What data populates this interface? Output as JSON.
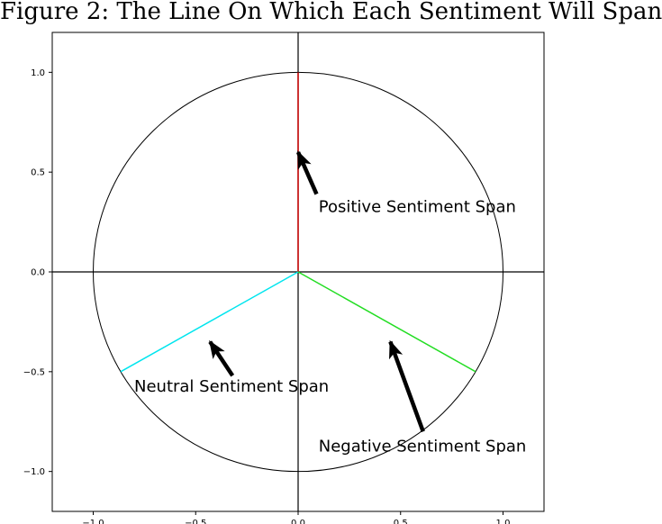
{
  "figure_title": "Figure 2: The Line On Which Each Sentiment Will Span",
  "chart_data": {
    "type": "line",
    "title": "Figure 2: The Line On Which Each Sentiment Will Span",
    "xlim": [
      -1.2,
      1.2
    ],
    "ylim": [
      -1.2,
      1.2
    ],
    "x_ticks": [
      -1.0,
      -0.5,
      0.0,
      0.5,
      1.0
    ],
    "x_tick_labels": [
      "−1.0",
      "−0.5",
      "0.0",
      "0.5",
      "1.0"
    ],
    "y_ticks": [
      1.0,
      0.5,
      0.0,
      -0.5,
      -1.0
    ],
    "y_tick_labels": [
      "1.0",
      "0.5",
      "0.0",
      "−0.5",
      "−1.0"
    ],
    "grid": false,
    "axis_lines": [
      "x=0",
      "y=0"
    ],
    "circle": {
      "center": [
        0,
        0
      ],
      "radius": 1.0,
      "color": "#000000"
    },
    "series": [
      {
        "x": [
          0,
          0
        ],
        "y": [
          0,
          1.0
        ],
        "color": "#cc0000"
      },
      {
        "x": [
          0,
          -0.866
        ],
        "y": [
          0,
          -0.5
        ],
        "color": "#00e5ee"
      },
      {
        "x": [
          0,
          0.866
        ],
        "y": [
          0,
          -0.5
        ],
        "color": "#22dd22"
      }
    ],
    "annotations": [
      {
        "text": "Positive Sentiment Span",
        "text_xy": [
          0.1,
          0.3
        ],
        "arrow_tail": [
          0.09,
          0.39
        ],
        "arrow_head": [
          0.0,
          0.6
        ]
      },
      {
        "text": "Neutral Sentiment Span",
        "text_xy": [
          -0.8,
          -0.6
        ],
        "arrow_tail": [
          -0.32,
          -0.52
        ],
        "arrow_head": [
          -0.43,
          -0.35
        ]
      },
      {
        "text": "Negative Sentiment Span",
        "text_xy": [
          0.1,
          -0.9
        ],
        "arrow_tail": [
          0.61,
          -0.8
        ],
        "arrow_head": [
          0.45,
          -0.35
        ]
      }
    ]
  }
}
